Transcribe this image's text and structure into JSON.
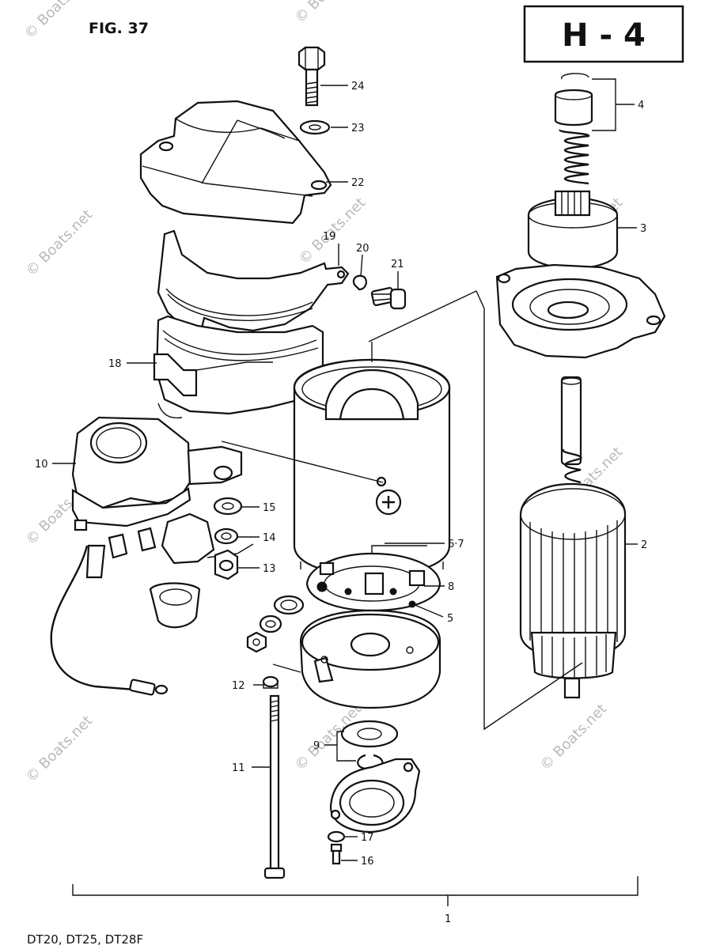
{
  "figure_label": "FIG. 37",
  "section_code": "H - 4",
  "models": "DT20, DT25, DT28F",
  "assembly_number": "1",
  "watermark": "© Boats.net",
  "callouts": [
    {
      "id": "24",
      "label": "24"
    },
    {
      "id": "23",
      "label": "23"
    },
    {
      "id": "22",
      "label": "22"
    },
    {
      "id": "19",
      "label": "19"
    },
    {
      "id": "20",
      "label": "20"
    },
    {
      "id": "21",
      "label": "21"
    },
    {
      "id": "18",
      "label": "18"
    },
    {
      "id": "10",
      "label": "10"
    },
    {
      "id": "15",
      "label": "15"
    },
    {
      "id": "14",
      "label": "14"
    },
    {
      "id": "13",
      "label": "13"
    },
    {
      "id": "12",
      "label": "12"
    },
    {
      "id": "11",
      "label": "11"
    },
    {
      "id": "9",
      "label": "9"
    },
    {
      "id": "17",
      "label": "17"
    },
    {
      "id": "16",
      "label": "16"
    },
    {
      "id": "4",
      "label": "4"
    },
    {
      "id": "3",
      "label": "3"
    },
    {
      "id": "2",
      "label": "2"
    },
    {
      "id": "67",
      "label": "6·7"
    },
    {
      "id": "8",
      "label": "8"
    },
    {
      "id": "5",
      "label": "5"
    }
  ]
}
